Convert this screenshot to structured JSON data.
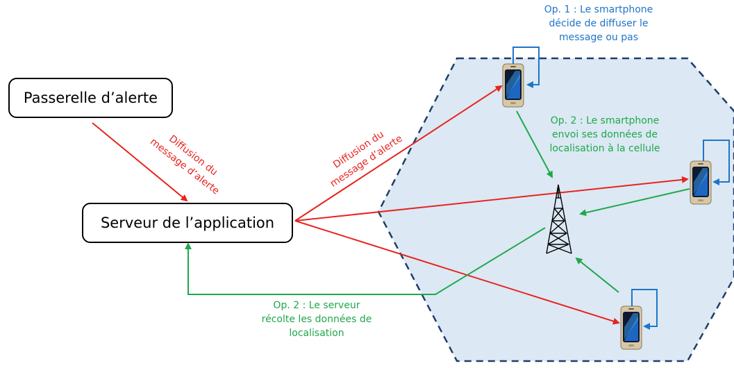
{
  "nodes": {
    "gateway": "Passerelle d’alerte",
    "server": "Serveur de l’application"
  },
  "labels": {
    "broadcast_gateway_line1": "Diffusion du",
    "broadcast_gateway_line2": "message d’alerte",
    "broadcast_server_line1": "Diffusion du",
    "broadcast_server_line2": "message d’alerte",
    "op1_line1": "Op. 1 : Le smartphone",
    "op1_line2": "décide de diffuser le",
    "op1_line3": "message ou pas",
    "op2_phone_line1": "Op. 2 : Le smartphone",
    "op2_phone_line2": "envoi ses données de",
    "op2_phone_line3": "localisation à la cellule",
    "op2_server_line1": "Op. 2 : Le serveur",
    "op2_server_line2": "récolte les données de",
    "op2_server_line3": "localisation"
  },
  "colors": {
    "red": "#e8231f",
    "green": "#1fa84a",
    "blue": "#1e75c8",
    "cell_fill": "#dce8f4",
    "cell_border": "#1f3d6b"
  },
  "icons": [
    "smartphone-icon",
    "cell-tower-icon"
  ]
}
